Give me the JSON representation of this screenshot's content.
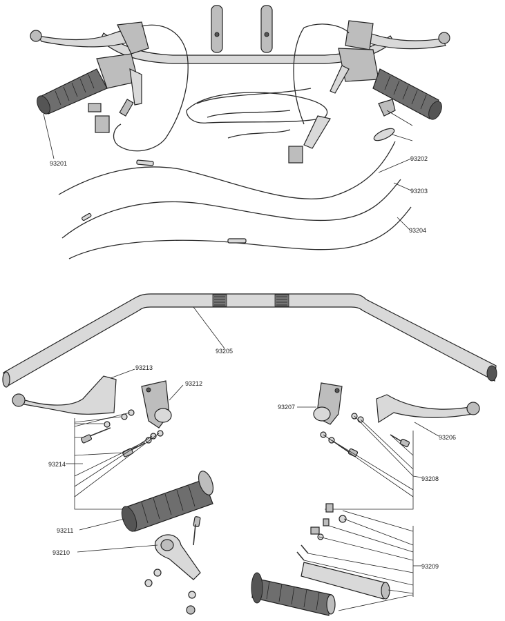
{
  "diagram": {
    "labels": [
      {
        "id": "93201",
        "text": "93201"
      },
      {
        "id": "93202",
        "text": "93202"
      },
      {
        "id": "93203",
        "text": "93203"
      },
      {
        "id": "93204",
        "text": "93204"
      },
      {
        "id": "93205",
        "text": "93205"
      },
      {
        "id": "93206",
        "text": "93206"
      },
      {
        "id": "93207",
        "text": "93207"
      },
      {
        "id": "93208",
        "text": "93208"
      },
      {
        "id": "93209",
        "text": "93209"
      },
      {
        "id": "93210",
        "text": "93210"
      },
      {
        "id": "93211",
        "text": "93211"
      },
      {
        "id": "93212",
        "text": "93212"
      },
      {
        "id": "93213",
        "text": "93213"
      },
      {
        "id": "93214",
        "text": "93214"
      }
    ]
  }
}
